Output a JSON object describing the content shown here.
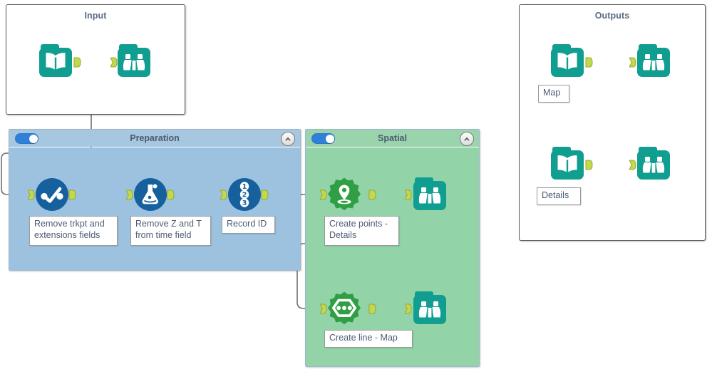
{
  "workflow": {
    "title": "Alteryx workflow canvas",
    "containers": [
      {
        "id": "input",
        "label": "Input",
        "kind": "plain",
        "toggle_on": null,
        "collapse_icon": null
      },
      {
        "id": "preparation",
        "label": "Preparation",
        "kind": "tool-container",
        "toggle_on": true,
        "collapse_icon": "collapse-icon"
      },
      {
        "id": "spatial",
        "label": "Spatial",
        "kind": "tool-container",
        "toggle_on": true,
        "collapse_icon": "collapse-icon"
      },
      {
        "id": "outputs",
        "label": "Outputs",
        "kind": "plain",
        "toggle_on": null,
        "collapse_icon": null
      }
    ],
    "tools": [
      {
        "id": "input-book",
        "icon": "open-book-icon",
        "style": "teal-folder",
        "annotation": ""
      },
      {
        "id": "input-browse",
        "icon": "binoculars-icon",
        "style": "teal-folder",
        "annotation": ""
      },
      {
        "id": "select-tool",
        "icon": "select-check-icon",
        "style": "blue-circle",
        "annotation": "Remove trkpt and\nextensions fields"
      },
      {
        "id": "formula-tool",
        "icon": "flask-icon",
        "style": "blue-circle",
        "annotation": "Remove Z and T\nfrom time field"
      },
      {
        "id": "record-id-tool",
        "icon": "numbers-123-icon",
        "style": "blue-circle",
        "annotation": "Record ID"
      },
      {
        "id": "create-points",
        "icon": "map-pin-icon",
        "style": "green-burst",
        "annotation": "Create points -\nDetails"
      },
      {
        "id": "points-browse",
        "icon": "binoculars-icon",
        "style": "teal-folder",
        "annotation": ""
      },
      {
        "id": "create-line",
        "icon": "polyline-icon",
        "style": "green-burst",
        "annotation": "Create line - Map"
      },
      {
        "id": "line-browse",
        "icon": "binoculars-icon",
        "style": "teal-folder",
        "annotation": ""
      },
      {
        "id": "output-map-book",
        "icon": "open-book-icon",
        "style": "teal-folder",
        "annotation": "Map"
      },
      {
        "id": "output-map-browse",
        "icon": "binoculars-icon",
        "style": "teal-folder",
        "annotation": ""
      },
      {
        "id": "output-det-book",
        "icon": "open-book-icon",
        "style": "teal-folder",
        "annotation": "Details"
      },
      {
        "id": "output-det-browse",
        "icon": "binoculars-icon",
        "style": "teal-folder",
        "annotation": ""
      }
    ],
    "annotations": {
      "select_tool": "Remove trkpt and\nextensions fields",
      "formula_tool": "Remove Z and T\nfrom time field",
      "record_id_tool": "Record ID",
      "create_points": "Create points -\nDetails",
      "create_line": "Create line - Map",
      "output_map": "Map",
      "output_details": "Details"
    },
    "colors": {
      "teal_tool": "#109e91",
      "blue_tool": "#17609e",
      "green_tool": "#2f9e44",
      "container_blue_header": "#a7c6e0",
      "container_blue_body": "#9cc2e0",
      "container_green_header": "#9ad4ad",
      "container_green_body": "#92d3a8",
      "toggle_on": "#2f80d8",
      "anchor_green": "#c2d94b",
      "wire": "#6f7072",
      "label_text": "#4e5c74"
    }
  }
}
